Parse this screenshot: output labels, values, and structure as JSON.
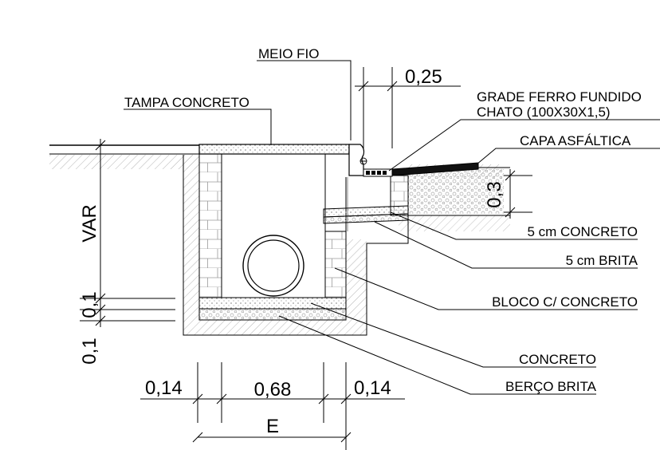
{
  "labels": {
    "meio_fio": "MEIO FIO",
    "tampa_concreto": "TAMPA CONCRETO",
    "grade_line1": "GRADE FERRO FUNDIDO",
    "grade_line2": "CHATO (100X30X1,5)",
    "capa_asfaltica": "CAPA ASFÁLTICA",
    "concreto_5cm": "5 cm CONCRETO",
    "brita_5cm": "5 cm BRITA",
    "bloco_concreto": "BLOCO C/ CONCRETO",
    "concreto": "CONCRETO",
    "berco_brita": "BERÇO BRITA"
  },
  "dimensions": {
    "top_width": "0,25",
    "right_height": "0,3",
    "var_height": "VAR",
    "layer_upper": "0,1",
    "layer_lower": "0,1",
    "wall_left": "0,14",
    "inner_width": "0,68",
    "wall_right": "0,14",
    "total_width": "E"
  }
}
